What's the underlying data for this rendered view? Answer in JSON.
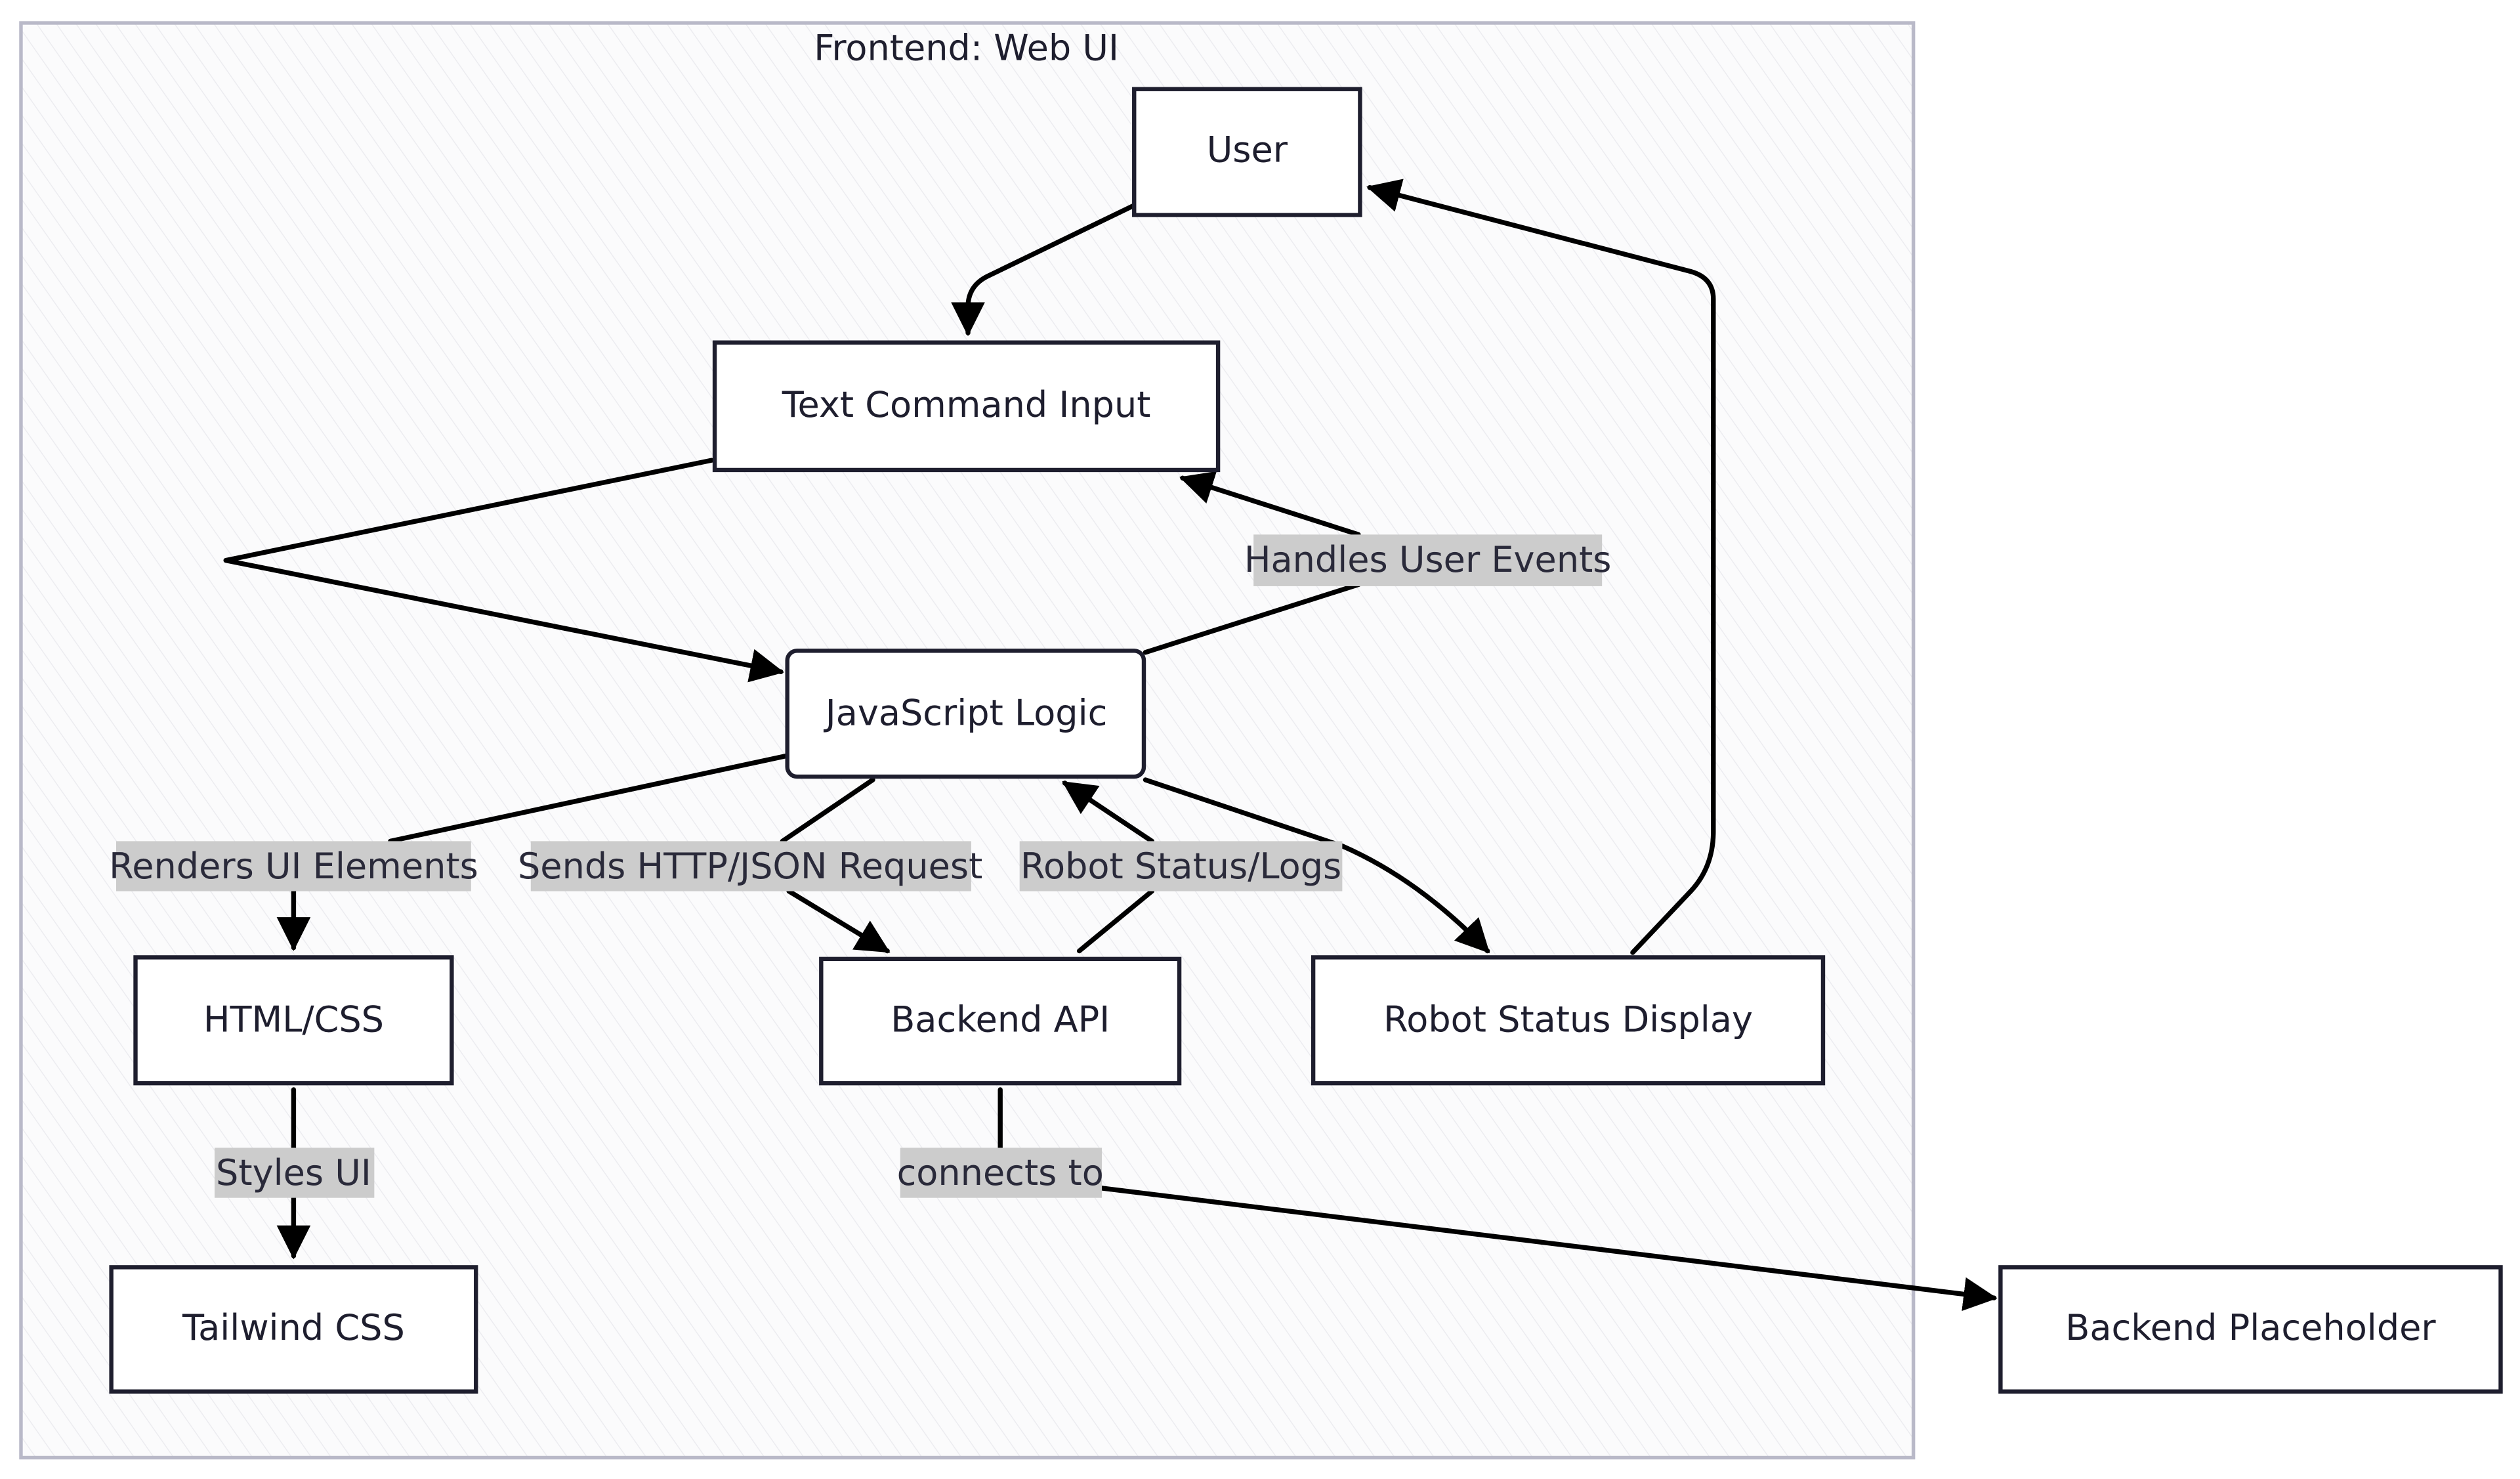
{
  "group": {
    "title": "Frontend: Web UI"
  },
  "nodes": {
    "user": "User",
    "text_command_input": "Text Command Input",
    "javascript_logic": "JavaScript Logic",
    "html_css": "HTML/CSS",
    "backend_api": "Backend API",
    "robot_status_display": "Robot Status Display",
    "tailwind_css": "Tailwind CSS",
    "backend_placeholder": "Backend Placeholder"
  },
  "edges": {
    "handles_user_events": "Handles User Events",
    "renders_ui_elements": "Renders UI Elements",
    "sends_http_json_request": "Sends HTTP/JSON Request",
    "robot_status_logs": "Robot Status/Logs",
    "styles_ui": "Styles UI",
    "connects_to": "connects to"
  },
  "colors": {
    "stroke": "#1e1e2e",
    "label_bg": "#cccccc",
    "group_border": "#b9b9c8",
    "group_hatch": "#ececf0"
  }
}
